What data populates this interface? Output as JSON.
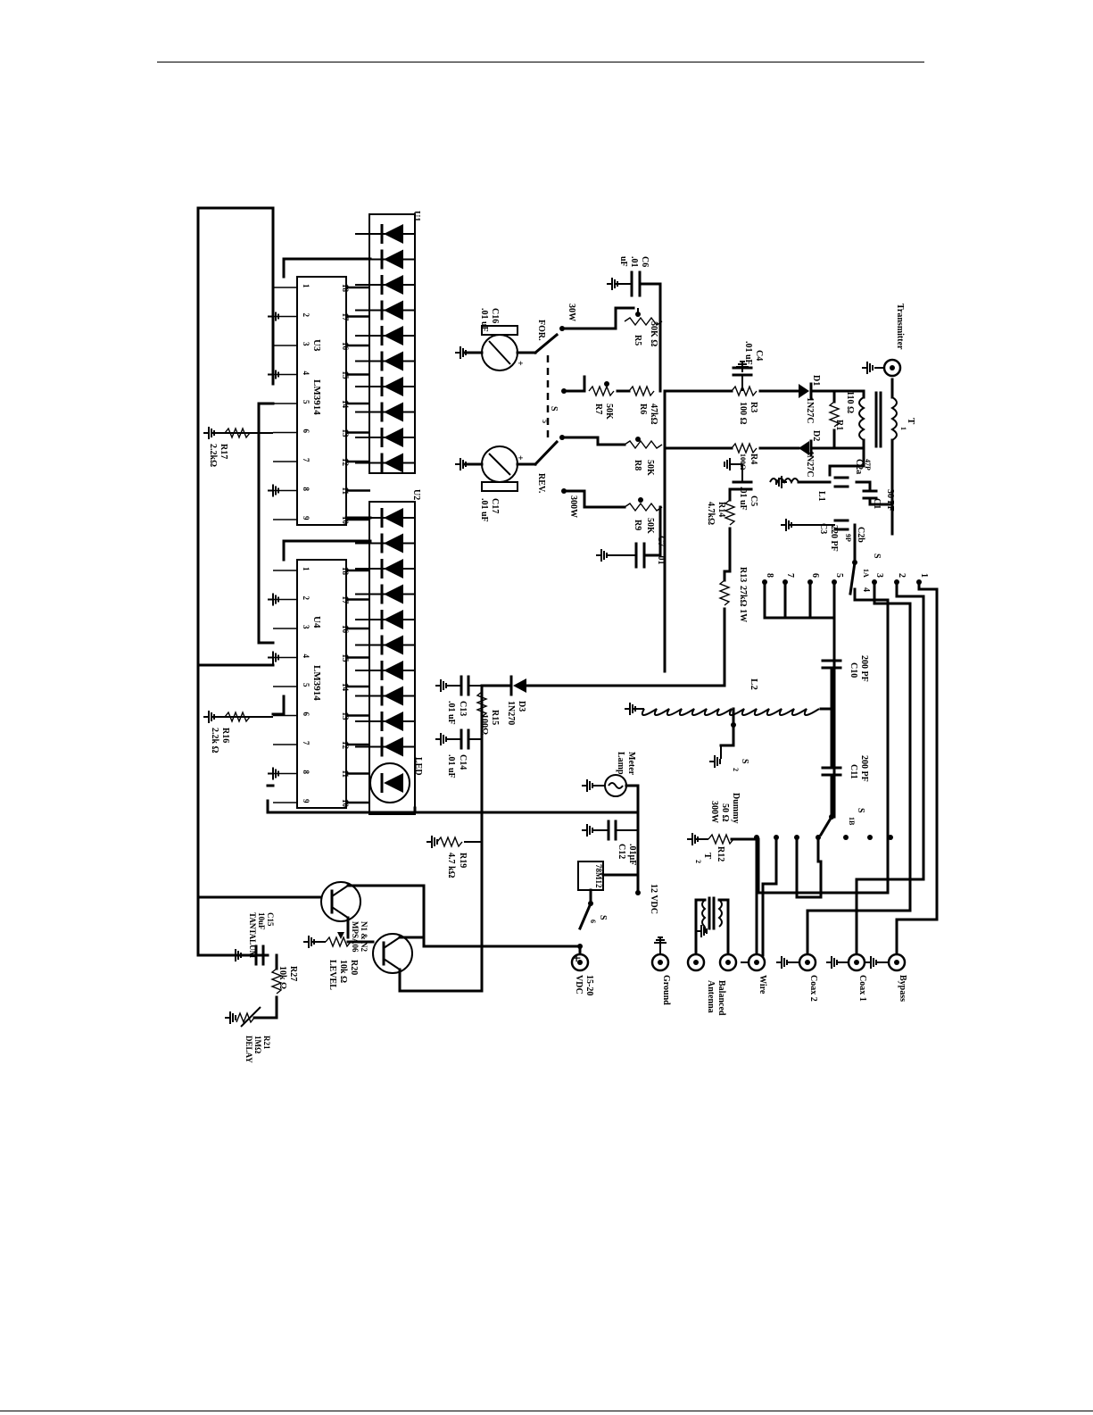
{
  "colors": {
    "ink": "#000000",
    "paper": "#ffffff"
  },
  "ic": {
    "u1": {
      "ref": "U1"
    },
    "u2": {
      "ref": "U2"
    },
    "u3": {
      "ref": "U3",
      "part": "LM3914"
    },
    "u4": {
      "ref": "U4",
      "part": "LM3914"
    },
    "pins_top": [
      "1",
      "2",
      "3",
      "4",
      "5",
      "6",
      "7",
      "8",
      "9"
    ],
    "pins_bottom": [
      "18",
      "17",
      "16",
      "15",
      "14",
      "13",
      "12",
      "11",
      "10"
    ]
  },
  "labels": {
    "led": "LED",
    "r17": "R17",
    "r17v": "2.2kΩ",
    "r16": "R16",
    "r16v": "2.2k Ω",
    "c6": "C6",
    "c6v1": ".01",
    "c6v2": "uF",
    "c16": "C16",
    "c16v": ".01 uF",
    "for": "FOR.",
    "rev": "REV.",
    "w30": "30W",
    "w300": "300W",
    "r5": "R5",
    "r5v": "50K Ω",
    "r7": "R7",
    "r7v": "50K",
    "r6": "R6",
    "r6v": "47kΩ",
    "s5": "S",
    "s5n": "5",
    "r8": "R8",
    "r8v": "50K",
    "r9": "R9",
    "r9v": "50K",
    "c17": "C17",
    "c17v": ".01 uF",
    "c7": "C7",
    "c7v": ".01",
    "c4": "C4",
    "c4v": ".01 uF",
    "r3": "R3",
    "r3v": "100 Ω",
    "d1": "D1",
    "d1v": "1N27C",
    "d2": "D2",
    "d2v": "1N27C",
    "r4": "R4",
    "r4v": "100Ω",
    "c5": "C5",
    "c5v": ".01 uF",
    "r14": "R14",
    "r14v": "4.7kΩ",
    "r1": "R1",
    "r1v": "110 Ω",
    "l1": "L1",
    "c2a": "C2a",
    "c2av": "47P",
    "c2b": "C2b",
    "c2bv": "9P",
    "c1": "C1",
    "c1v": "30 PF",
    "c3": "C3",
    "c3v": "220 PF",
    "t1": "T",
    "t1n": "1",
    "transmitter": "Transmitter",
    "s1a": "S",
    "s1an": "1A",
    "r13": "R13",
    "r13v": "27kΩ 1W",
    "l2": "L2",
    "c10": "C10",
    "c10v": "200 PF",
    "c11": "C11",
    "c11v": "200 PF",
    "s2": "S",
    "s2n": "2",
    "s1b": "S",
    "s1bn": "1B",
    "d3": "D3",
    "d3v": "1N270",
    "c13": "C13",
    "c13v": ".01 uF",
    "r15": "R15",
    "r15v": "100Ω",
    "c14": "C14",
    "c14v": ".01 uF",
    "meter_lamp1": "Meter",
    "meter_lamp2": "Lamp",
    "c12": "C12",
    "c12v": ".01µF",
    "reg": "78M12",
    "r19": "R19",
    "r19v": "4.7 kΩ",
    "v12": "12 VDC",
    "s6": "S",
    "s6n": "6",
    "n1n2": "N1 & N2",
    "mpsa06": "MPSA06",
    "r20": "R20",
    "r20v": "10k Ω",
    "level": "LEVEL",
    "c15": "C15",
    "c15v": "10uF",
    "tant": "TANTALUM",
    "r27": "R27",
    "r27v": "10k Ω",
    "r21": "R21",
    "r21v": "1MΩ",
    "delay": "DELAY",
    "plus": "+",
    "vdc1": "15-20",
    "vdc2": "VDC",
    "ground": "Ground",
    "dummy": "Dummy",
    "dummy2": "50 Ω",
    "dummy3": "300W",
    "r12": "R12",
    "t2": "T",
    "t2n": "2",
    "balanced1": "Balanced",
    "balanced2": "Antenna",
    "wire": "Wire",
    "coax2": "Coax 2",
    "coax1": "Coax 1",
    "bypass": "Bypass",
    "pos": [
      "1",
      "2",
      "3",
      "4",
      "5",
      "6",
      "7",
      "8"
    ]
  }
}
